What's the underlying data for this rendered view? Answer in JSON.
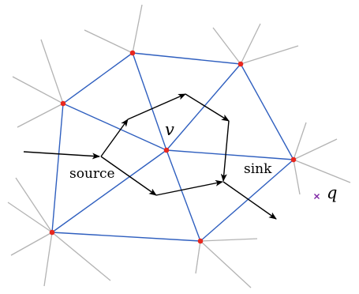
{
  "labels": {
    "center_vertex": "v",
    "query_point": "q",
    "source": "source",
    "sink": "sink"
  },
  "colors": {
    "triangulation_edges": "#2f5fbf",
    "outer_rays": "#b3b3b3",
    "vertices": "#e8281f",
    "flow_arrows": "#000000",
    "query_marker": "#7a1fa2"
  }
}
